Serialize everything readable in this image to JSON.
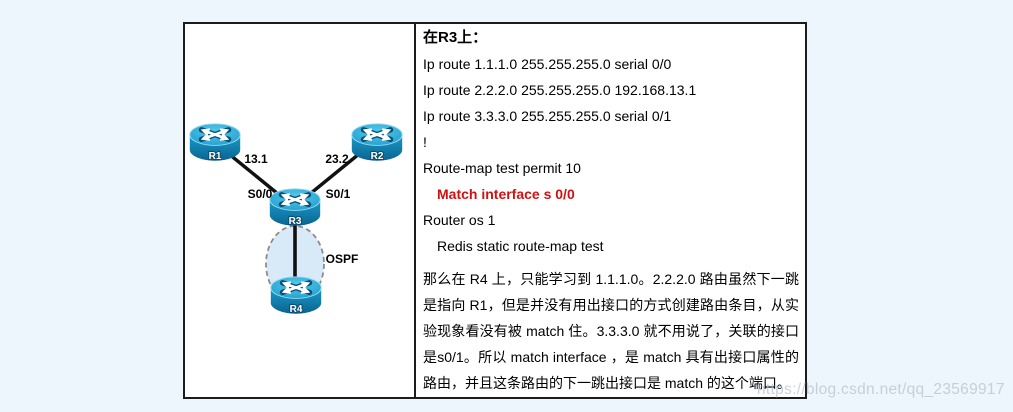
{
  "watermark": "https://blog.csdn.net/qq_23569917",
  "diagram": {
    "routers": [
      {
        "label": "R1"
      },
      {
        "label": "R2"
      },
      {
        "label": "R3"
      },
      {
        "label": "R4"
      }
    ],
    "labels": {
      "link_r1_ip": "13.1",
      "link_r2_ip": "23.2",
      "r3_if_left": "S0/0",
      "r3_if_right": "S0/1",
      "ospf": "OSPF"
    }
  },
  "config": {
    "title": "在R3上：",
    "lines": [
      {
        "text": "Ip route 1.1.1.0 255.255.255.0 serial 0/0",
        "style": "normal"
      },
      {
        "text": "Ip route 2.2.2.0 255.255.255.0 192.168.13.1",
        "style": "normal"
      },
      {
        "text": "Ip route 3.3.3.0 255.255.255.0 serial 0/1",
        "style": "normal"
      },
      {
        "text": "!",
        "style": "normal"
      },
      {
        "text": "Route-map test permit 10",
        "style": "normal"
      },
      {
        "text": "Match interface s 0/0",
        "style": "red"
      },
      {
        "text": "Router os 1",
        "style": "normal"
      },
      {
        "text": "Redis static route-map test",
        "style": "indent"
      }
    ]
  },
  "analysis": {
    "paragraph": "那么在 R4 上，只能学习到 1.1.1.0。2.2.2.0 路由虽然下一跳是指向 R1，但是并没有用出接口的方式创建路由条目，从实验现象看没有被 match 住。3.3.3.0 就不用说了，关联的接口是s0/1。所以 match interface ，是 match 具有出接口属性的路由，并且这条路由的下一跳出接口是 match 的这个端口。"
  },
  "colors": {
    "page_background": "#eef6fd",
    "box_border": "#1c1c1c",
    "red_highlight": "#cc1212",
    "router_top": "#1896c7",
    "router_side": "#0b6490",
    "ospf_area_fill": "#d8eaf8",
    "watermark_gray": "#a8b7c7"
  }
}
